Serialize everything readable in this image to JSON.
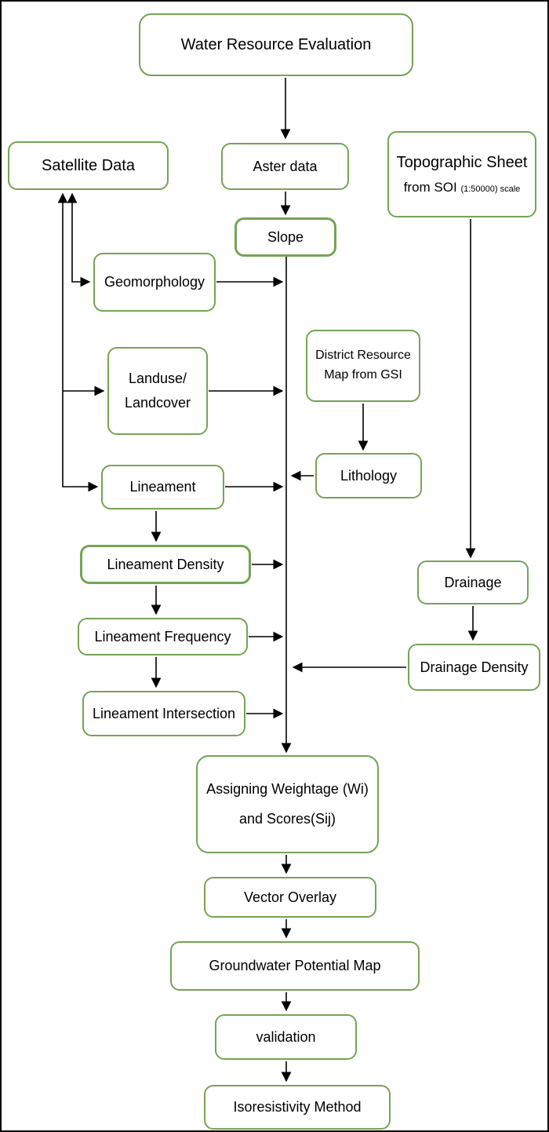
{
  "title": "Water resource evaluation flowchart",
  "colors": {
    "box_border": "#76a356",
    "connector": "#000000",
    "text": "#000000",
    "background": "#ffffff"
  },
  "nodes": {
    "water_resource_evaluation": {
      "label": "Water Resource Evaluation"
    },
    "satellite_data": {
      "label": "Satellite Data"
    },
    "aster_data": {
      "label": "Aster data"
    },
    "topographic_sheet": {
      "line1": "Topographic Sheet",
      "line2": "from SOI",
      "line2_small": "(1:50000) scale"
    },
    "slope": {
      "label": "Slope"
    },
    "geomorphology": {
      "label": "Geomorphology"
    },
    "landuse_landcover": {
      "line1": "Landuse/",
      "line2": "Landcover"
    },
    "district_resource_map": {
      "line1": "District Resource",
      "line2": "Map from GSI"
    },
    "lineament": {
      "label": "Lineament"
    },
    "lithology": {
      "label": "Lithology"
    },
    "lineament_density": {
      "label": "Lineament Density"
    },
    "drainage": {
      "label": "Drainage"
    },
    "lineament_frequency": {
      "label": "Lineament Frequency"
    },
    "drainage_density": {
      "label": "Drainage Density"
    },
    "lineament_intersection": {
      "label": "Lineament Intersection"
    },
    "assigning_weightage": {
      "line1": "Assigning Weightage (Wi)",
      "line2": "and Scores(Sij)"
    },
    "vector_overlay": {
      "label": "Vector Overlay"
    },
    "groundwater_potential_map": {
      "label": "Groundwater Potential Map"
    },
    "validation": {
      "label": "validation"
    },
    "isoresistivity_method": {
      "label": "Isoresistivity Method"
    }
  },
  "edges": [
    {
      "from": "water_resource_evaluation",
      "to": "aster_data"
    },
    {
      "from": "aster_data",
      "to": "slope"
    },
    {
      "from": "slope",
      "to": "assigning_weightage"
    },
    {
      "from": "satellite_data",
      "to": "geomorphology"
    },
    {
      "from": "satellite_data",
      "to": "landuse_landcover"
    },
    {
      "from": "satellite_data",
      "to": "lineament"
    },
    {
      "from": "geomorphology",
      "to": "assigning_weightage"
    },
    {
      "from": "landuse_landcover",
      "to": "assigning_weightage"
    },
    {
      "from": "lineament",
      "to": "assigning_weightage"
    },
    {
      "from": "district_resource_map",
      "to": "lithology"
    },
    {
      "from": "lithology",
      "to": "assigning_weightage"
    },
    {
      "from": "lineament",
      "to": "lineament_density"
    },
    {
      "from": "lineament_density",
      "to": "assigning_weightage"
    },
    {
      "from": "lineament_density",
      "to": "lineament_frequency"
    },
    {
      "from": "lineament_frequency",
      "to": "assigning_weightage"
    },
    {
      "from": "lineament_frequency",
      "to": "lineament_intersection"
    },
    {
      "from": "lineament_intersection",
      "to": "assigning_weightage"
    },
    {
      "from": "topographic_sheet",
      "to": "drainage"
    },
    {
      "from": "drainage",
      "to": "drainage_density"
    },
    {
      "from": "drainage_density",
      "to": "assigning_weightage"
    },
    {
      "from": "assigning_weightage",
      "to": "vector_overlay"
    },
    {
      "from": "vector_overlay",
      "to": "groundwater_potential_map"
    },
    {
      "from": "groundwater_potential_map",
      "to": "validation"
    },
    {
      "from": "validation",
      "to": "isoresistivity_method"
    }
  ]
}
